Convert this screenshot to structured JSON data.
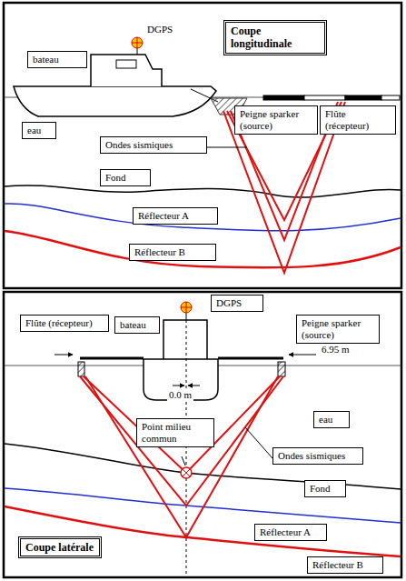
{
  "diagram": {
    "nodes": [
      {
        "text": [
          "Coupe longitudinale"
        ]
      },
      {
        "text": [
          "bateau"
        ]
      },
      {
        "text": [
          "Peigne sparker (source)"
        ]
      },
      {
        "text": [
          "Flûte (récepteur)"
        ]
      },
      {
        "text": [
          "eau"
        ]
      },
      {
        "text": [
          "Ondes sismiques"
        ]
      },
      {
        "text": [
          "Fond"
        ]
      },
      {
        "text": [
          "Réflecteur A"
        ]
      },
      {
        "text": [
          "Réflecteur B"
        ]
      },
      {
        "text": [
          "DGPS"
        ]
      },
      {
        "text": [
          "Flûte (récepteur)"
        ]
      },
      {
        "text": [
          "bateau"
        ]
      },
      {
        "text": [
          "Peigne sparker (source)"
        ]
      },
      {
        "text": [
          "Point milieu commun"
        ]
      },
      {
        "text": [
          "eau"
        ]
      },
      {
        "text": [
          "Ondes sismiques"
        ]
      },
      {
        "text": [
          "Fond"
        ]
      },
      {
        "text": [
          "Réflecteur A"
        ]
      },
      {
        "text": [
          "Coupe latérale"
        ]
      },
      {
        "text": [
          "Réflecteur B"
        ]
      }
    ],
    "labels": [
      "DGPS",
      "6.95 m",
      "0.0 m"
    ]
  }
}
